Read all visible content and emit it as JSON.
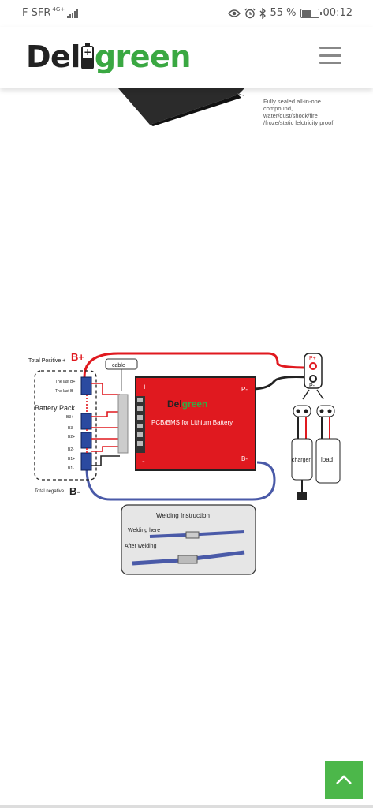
{
  "status_bar": {
    "carrier": "F SFR",
    "network": "4G+",
    "battery_percent": "55 %",
    "time": "00:12",
    "icons": [
      "eye-icon",
      "alarm-icon",
      "bluetooth-icon",
      "battery-icon"
    ]
  },
  "header": {
    "logo_prefix": "Del",
    "logo_battery_symbol": "+",
    "logo_suffix": "green",
    "menu_icon": "hamburger-menu-icon"
  },
  "product_note": {
    "lines": [
      "Fully sealed all-in-one",
      "compound,",
      "water/dust/shock/fire",
      "/froze/static lelctricity proof"
    ]
  },
  "diagram": {
    "total_positive": "Total Positive +",
    "b_plus": "B+",
    "b_minus": "B-",
    "total_negative": "Total negative",
    "cable": "cable",
    "battery_pack": "Battery Pack",
    "last_b_plus": "The last B+",
    "last_b_minus": "The last B-",
    "cells": [
      "B3+",
      "B3-",
      "B2+",
      "B2-",
      "B1+",
      "B1-"
    ],
    "board_plus": "+",
    "board_minus": "-",
    "board_logo_prefix": "Del",
    "board_logo_suffix": "green",
    "board_title": "PCB/BMS for Lithium Battery",
    "p_minus_top": "P-",
    "b_minus_board": "B-",
    "p_plus_conn": "P+",
    "p_minus_conn": "P-",
    "charger": "charger",
    "load": "load",
    "welding_title": "Welding Instruction",
    "welding_here": "Welding here",
    "after_welding": "After welding"
  },
  "scroll_top": {
    "icon": "chevron-up-icon"
  },
  "colors": {
    "brand_green": "#3aa842",
    "board_red": "#e0191f",
    "wire_blue": "#4a5aa8",
    "scroll_green": "#4cb74a"
  }
}
